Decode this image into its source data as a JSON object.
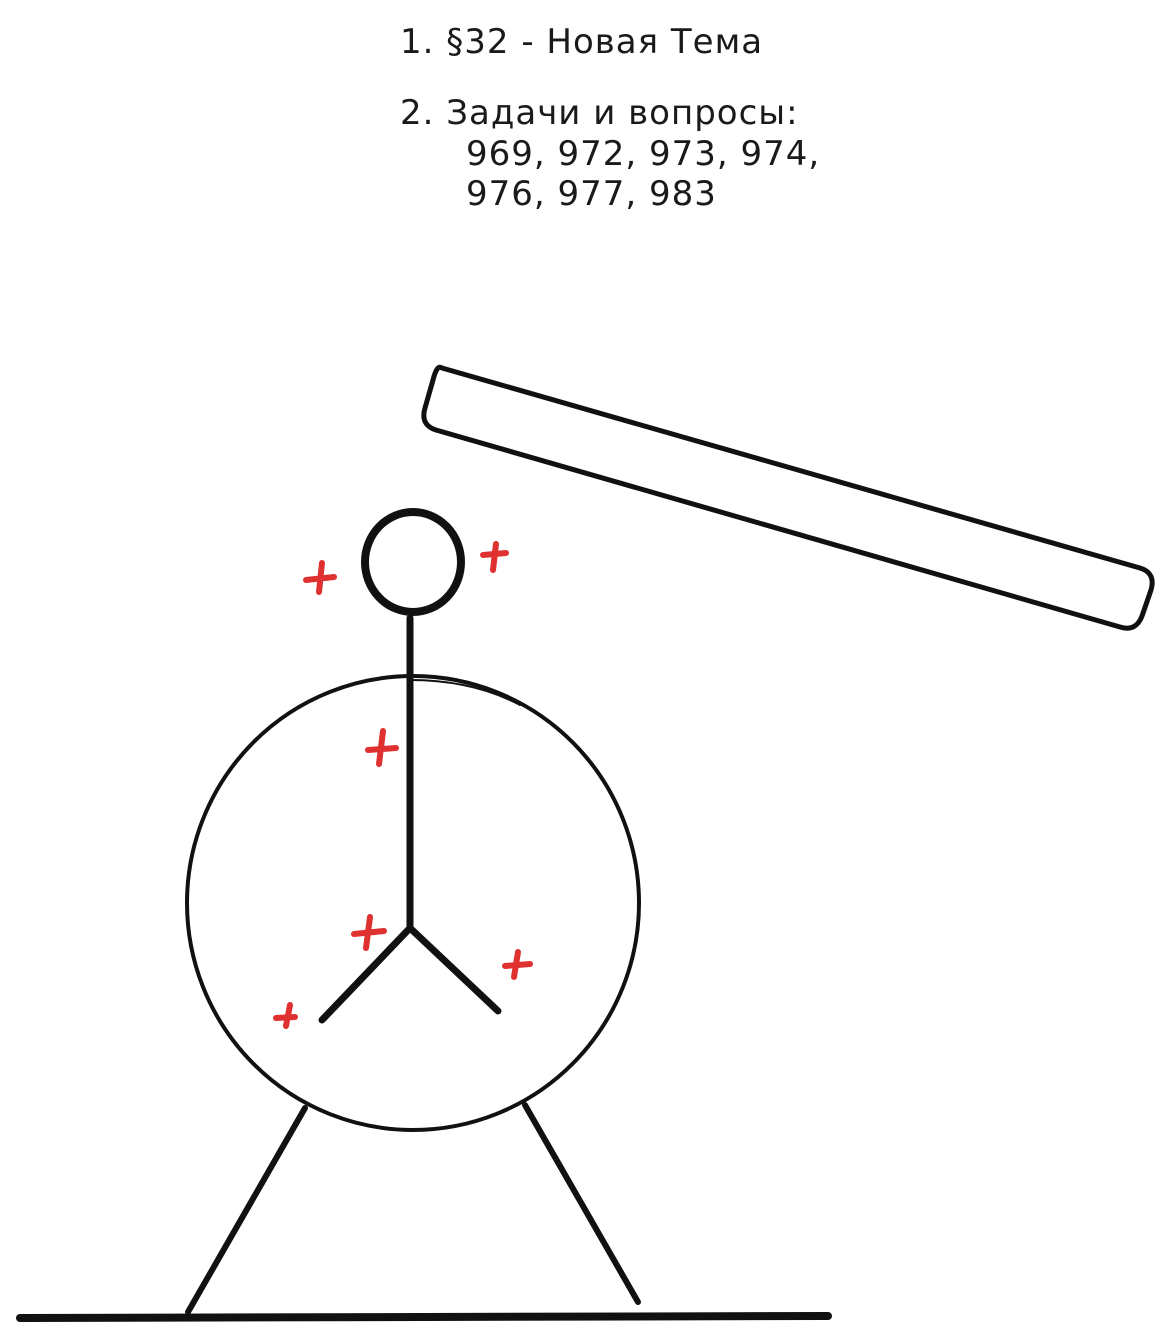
{
  "notes": {
    "line1": "1. §32 - Новая Тема",
    "line2": "2. Задачи и вопросы:",
    "line3": "969, 972, 973, 974,",
    "line4": "976, 977, 983"
  },
  "colors": {
    "ink": "#111111",
    "mark": "#e03131",
    "background": "#ffffff"
  }
}
